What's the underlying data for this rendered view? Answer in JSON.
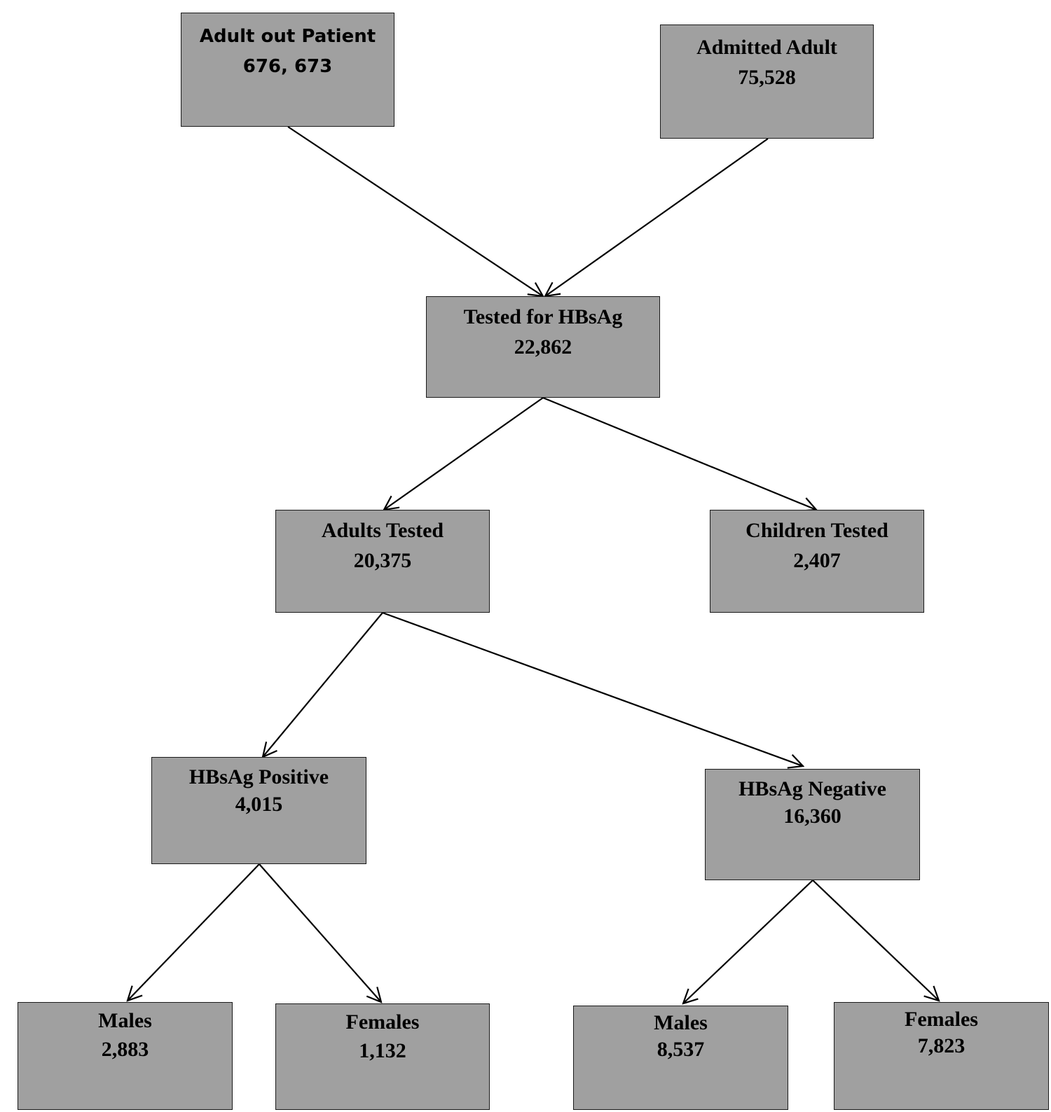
{
  "nodes": {
    "outpatient": {
      "label": "Adult out Patient",
      "value": "676, 673"
    },
    "admitted": {
      "label": "Admitted Adult",
      "value": "75,528"
    },
    "tested": {
      "label": "Tested for HBsAg",
      "value": "22,862"
    },
    "adults": {
      "label": "Adults Tested",
      "value": "20,375"
    },
    "children": {
      "label": "Children Tested",
      "value": "2,407"
    },
    "positive": {
      "label": "HBsAg Positive",
      "value": "4,015"
    },
    "negative": {
      "label": "HBsAg Negative",
      "value": "16,360"
    },
    "pos_males": {
      "label": "Males",
      "value": "2,883"
    },
    "pos_females": {
      "label": "Females",
      "value": "1,132"
    },
    "neg_males": {
      "label": "Males",
      "value": "8,537"
    },
    "neg_females": {
      "label": "Females",
      "value": "7,823"
    }
  },
  "colors": {
    "box_fill": "#a0a0a0",
    "box_border": "#1a1a1a",
    "arrow": "#000000"
  }
}
